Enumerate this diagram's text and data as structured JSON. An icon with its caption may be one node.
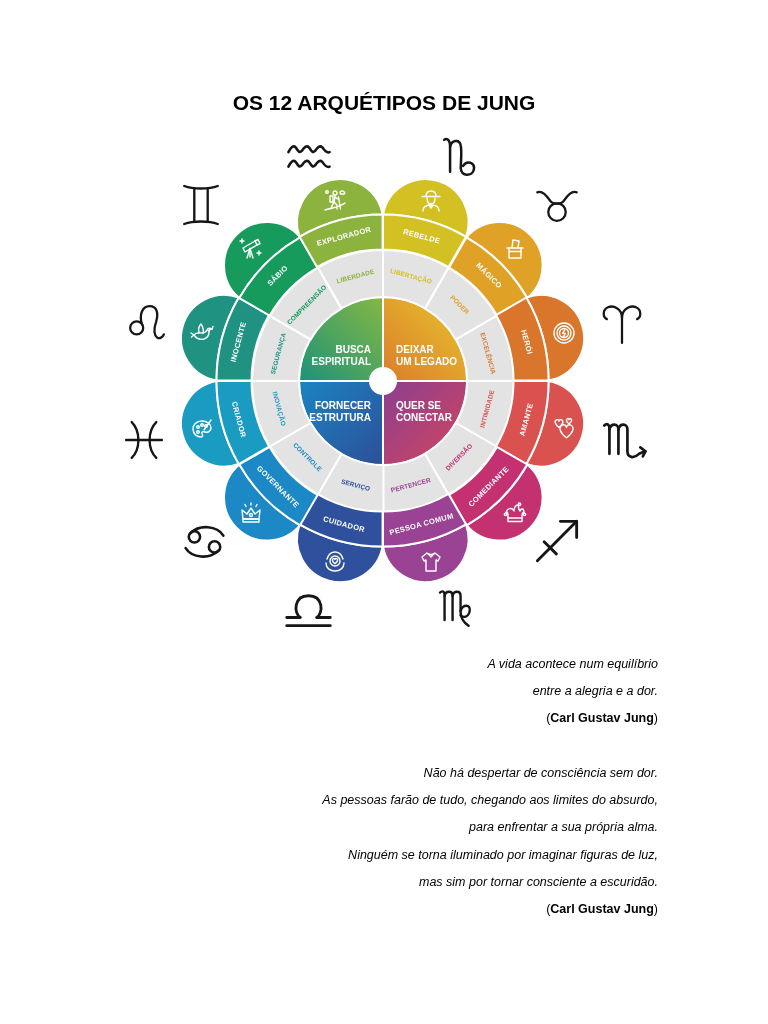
{
  "diagram": {
    "title": "OS 12 ARQUÉTIPOS DE JUNG",
    "nodes": [
      {
        "text": [
          "BUSCA ESPIRITUAL"
        ]
      },
      {
        "text": [
          "DEIXAR UM LEGADO"
        ]
      },
      {
        "text": [
          "QUER SE CONECTAR"
        ]
      },
      {
        "text": [
          "FORNECER ESTRUTURA"
        ]
      },
      {
        "text": [
          "SEGURANÇA"
        ]
      },
      {
        "text": [
          "COMPREENSÃO"
        ]
      },
      {
        "text": [
          "LIBERDADE"
        ]
      },
      {
        "text": [
          "LIBERTAÇÃO"
        ]
      },
      {
        "text": [
          "PODER"
        ]
      },
      {
        "text": [
          "EXCELÊNCIA"
        ]
      },
      {
        "text": [
          "INTIMIDADE"
        ]
      },
      {
        "text": [
          "DIVERSÃO"
        ]
      },
      {
        "text": [
          "PERTENCER"
        ]
      },
      {
        "text": [
          "SERVIÇO"
        ]
      },
      {
        "text": [
          "CONTROLE"
        ]
      },
      {
        "text": [
          "INOVAÇÃO"
        ]
      },
      {
        "text": [
          "INOCENTE"
        ]
      },
      {
        "text": [
          "SÁBIO"
        ]
      },
      {
        "text": [
          "EXPLORADOR"
        ]
      },
      {
        "text": [
          "REBELDE"
        ]
      },
      {
        "text": [
          "MÁGICO"
        ]
      },
      {
        "text": [
          "HERÓI"
        ]
      },
      {
        "text": [
          "AMANTE"
        ]
      },
      {
        "text": [
          "COMEDIANTE"
        ]
      },
      {
        "text": [
          "PESSOA COMUM"
        ]
      },
      {
        "text": [
          "CUIDADOR"
        ]
      },
      {
        "text": [
          "GOVERNANTE"
        ]
      },
      {
        "text": [
          "CRIADOR"
        ]
      }
    ],
    "labels": [
      "A vida acontece num equilíbrio",
      "entre a alegria e a dor.",
      "(**Carl Gustav Jung**)",
      "Não há despertar de consciência sem dor.",
      "As pessoas farão de tudo, chegando aos limites do absurdo,",
      "para enfrentar a sua própria alma.",
      "Ninguém se torna iluminado por imaginar figuras de luz,",
      "mas sim por tornar consciente a escuridão.",
      "(**Carl Gustav Jung**)"
    ]
  }
}
